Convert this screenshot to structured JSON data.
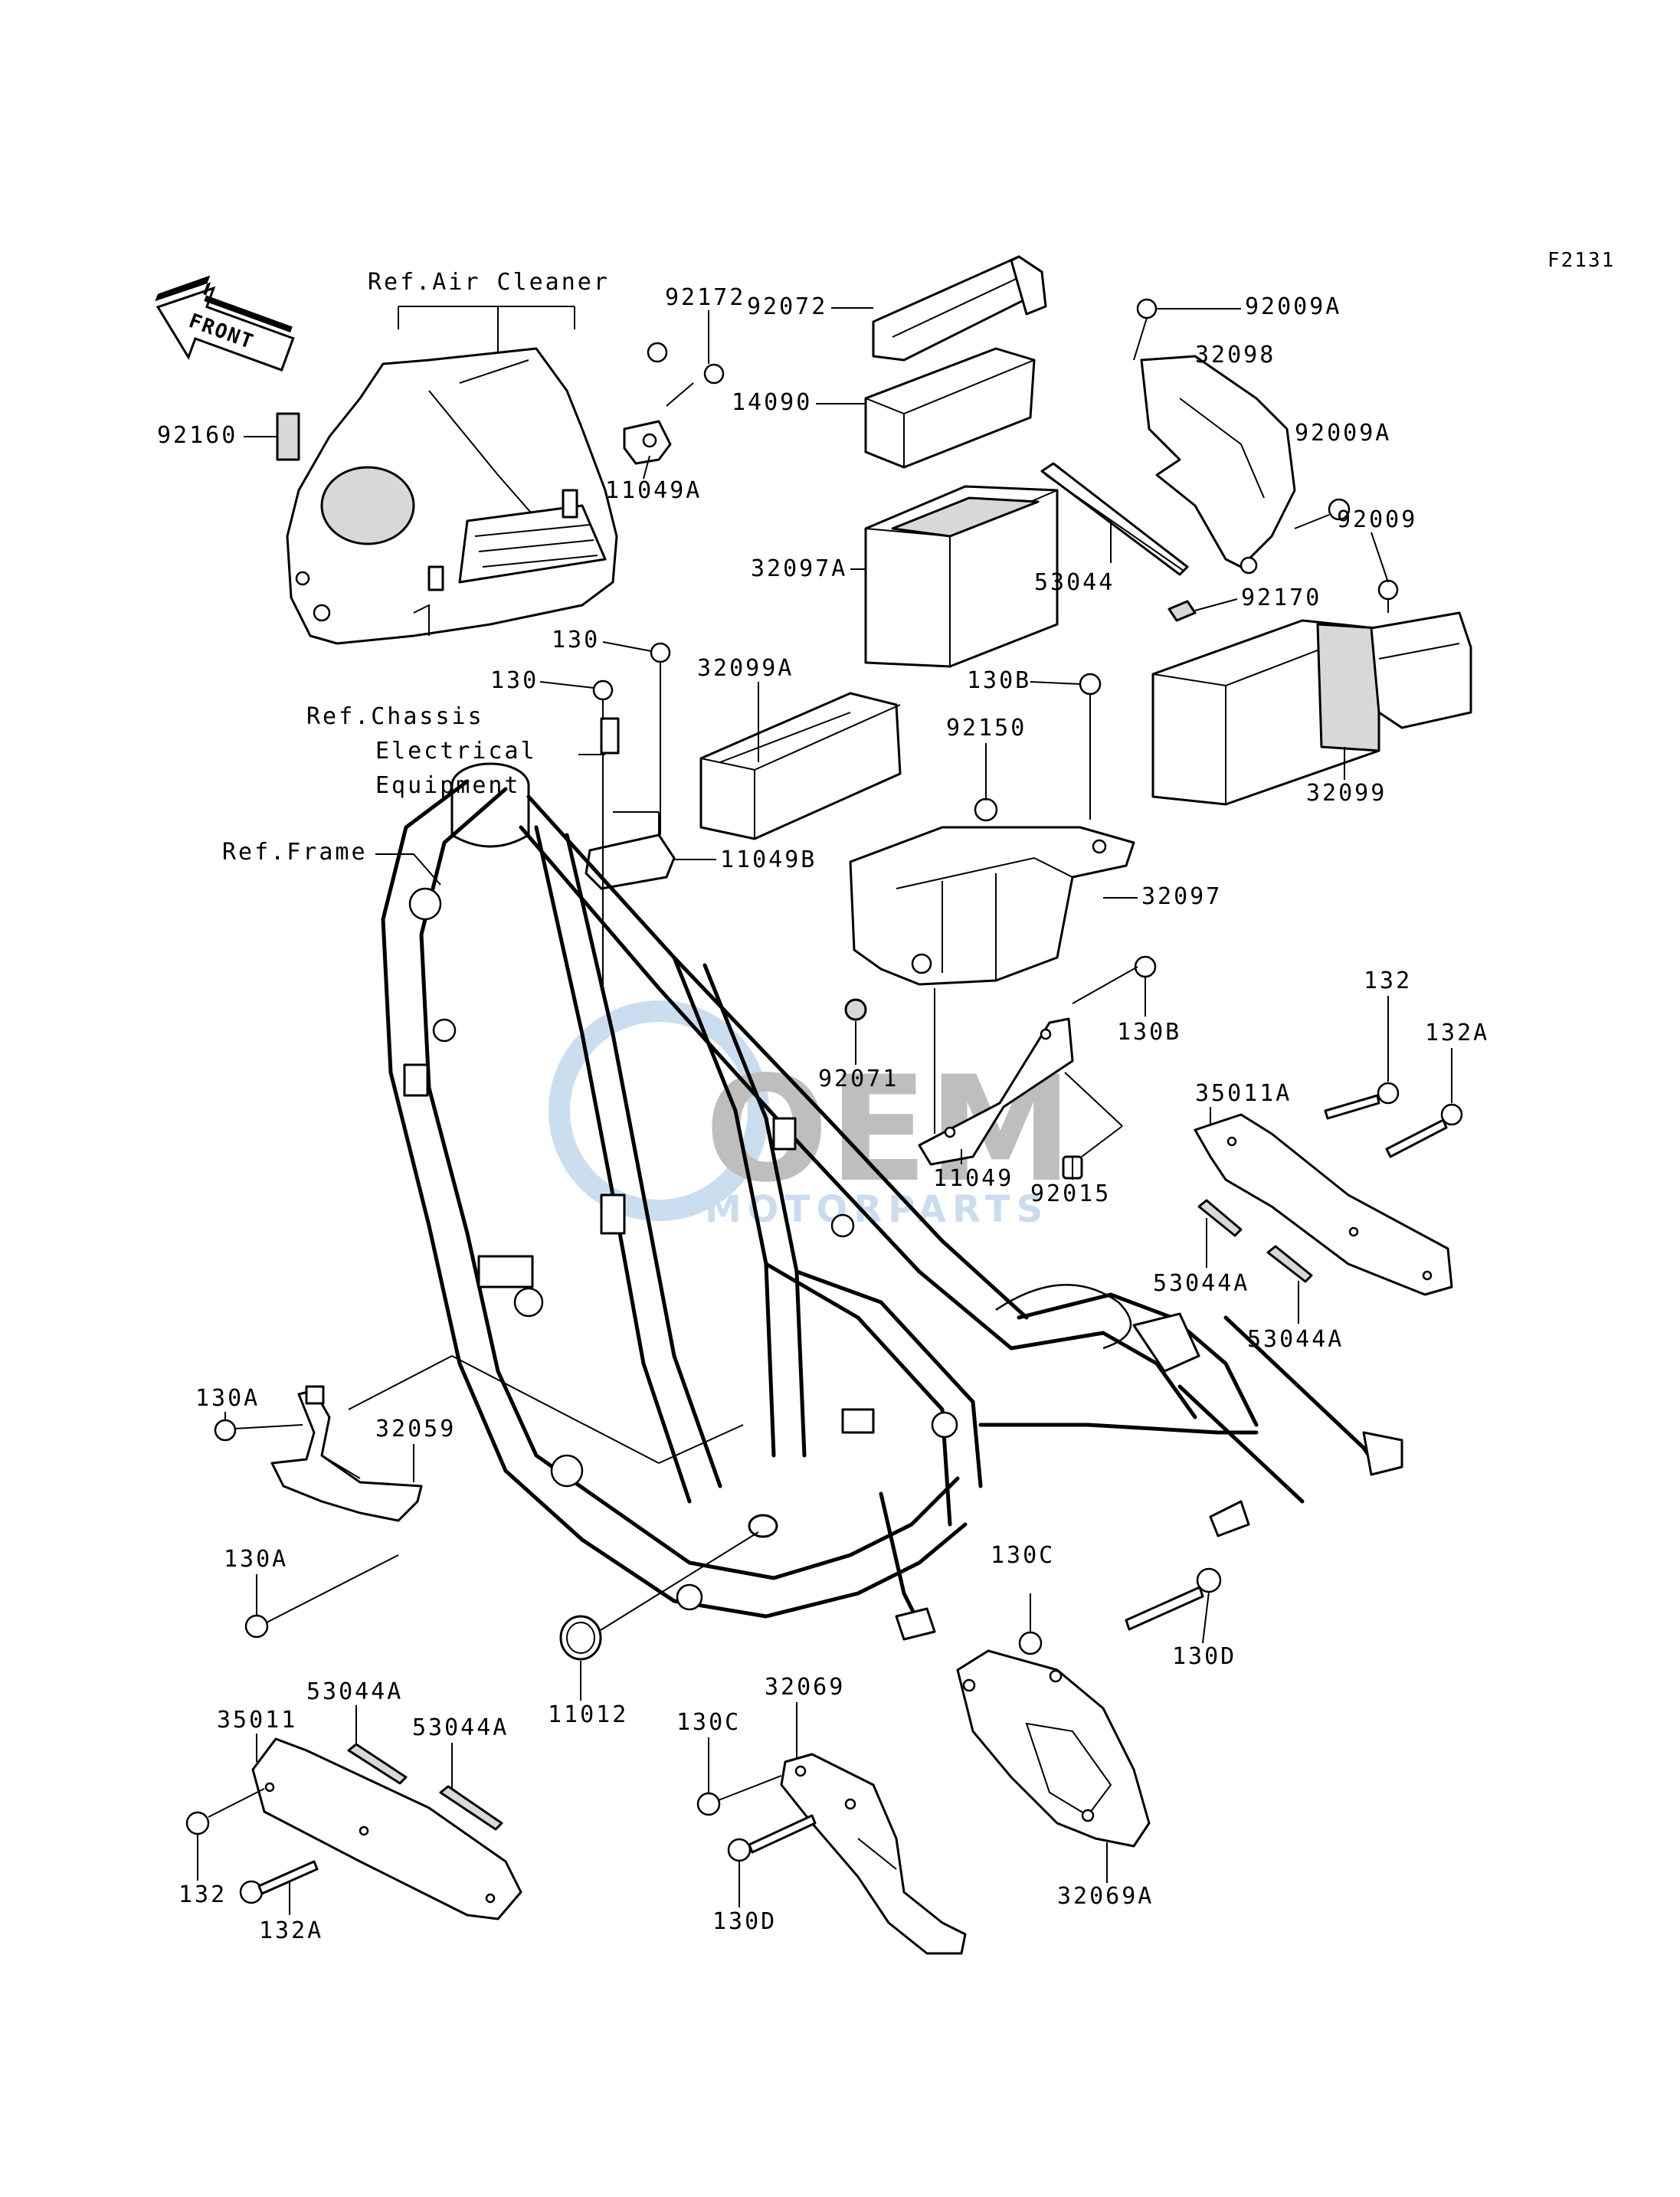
{
  "diagram_code": "F2131",
  "front_arrow": "FRONT",
  "watermark": {
    "primary": "OEM",
    "secondary": "MOTORPARTS",
    "color": "#9fc3e3"
  },
  "references": {
    "air_cleaner": "Ref.Air Cleaner",
    "chassis_line1": "Ref.Chassis",
    "chassis_line2": "Electrical",
    "chassis_line3": "Equipment",
    "frame": "Ref.Frame"
  },
  "parts": {
    "p92172": "92172",
    "p92072": "92072",
    "p92009A_top": "92009A",
    "p32098": "32098",
    "p92160": "92160",
    "p14090": "14090",
    "p92009A_mid": "92009A",
    "p11049A": "11049A",
    "p92009": "92009",
    "p32097A": "32097A",
    "p53044": "53044",
    "p92170": "92170",
    "p130_a": "130",
    "p32099A": "32099A",
    "p130B_top": "130B",
    "p130_b": "130",
    "p92150": "92150",
    "p32099": "32099",
    "p11049B": "11049B",
    "p32097": "32097",
    "p132_right": "132",
    "p132A_right": "132A",
    "p130B_mid": "130B",
    "p35011A": "35011A",
    "p92071": "92071",
    "p11049": "11049",
    "p92015": "92015",
    "p53044A_r1": "53044A",
    "p53044A_r2": "53044A",
    "p130A_top": "130A",
    "p32059": "32059",
    "p130A_bot": "130A",
    "p130C_right": "130C",
    "p130D_right": "130D",
    "p53044A_l1": "53044A",
    "p53044A_l2": "53044A",
    "p35011": "35011",
    "p11012": "11012",
    "p32069": "32069",
    "p130C_left": "130C",
    "p132_left": "132",
    "p132A_left": "132A",
    "p130D_left": "130D",
    "p32069A": "32069A"
  }
}
